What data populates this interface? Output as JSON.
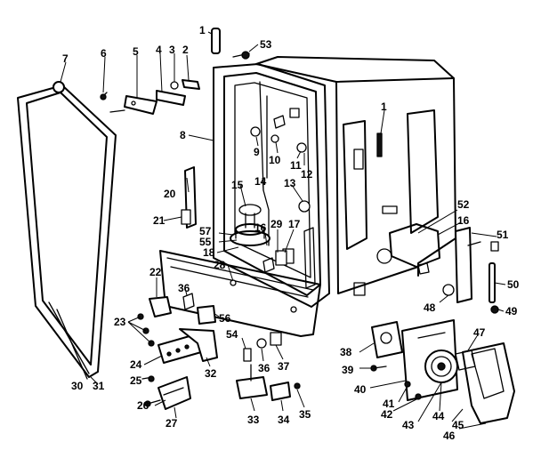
{
  "callouts": [
    {
      "id": "c1a",
      "text": "1"
    },
    {
      "id": "c53",
      "text": "53"
    },
    {
      "id": "c2",
      "text": "2"
    },
    {
      "id": "c3",
      "text": "3"
    },
    {
      "id": "c4",
      "text": "4"
    },
    {
      "id": "c5",
      "text": "5"
    },
    {
      "id": "c6",
      "text": "6"
    },
    {
      "id": "c7",
      "text": "7"
    },
    {
      "id": "c8",
      "text": "8"
    },
    {
      "id": "c9",
      "text": "9"
    },
    {
      "id": "c10",
      "text": "10"
    },
    {
      "id": "c11",
      "text": "11"
    },
    {
      "id": "c12",
      "text": "12"
    },
    {
      "id": "c1b",
      "text": "1"
    },
    {
      "id": "c13",
      "text": "13"
    },
    {
      "id": "c14",
      "text": "14"
    },
    {
      "id": "c15",
      "text": "15"
    },
    {
      "id": "c16a",
      "text": "16"
    },
    {
      "id": "c16b",
      "text": "16"
    },
    {
      "id": "c17",
      "text": "17"
    },
    {
      "id": "c18",
      "text": "18"
    },
    {
      "id": "c20",
      "text": "20"
    },
    {
      "id": "c21",
      "text": "21"
    },
    {
      "id": "c22",
      "text": "22"
    },
    {
      "id": "c23",
      "text": "23"
    },
    {
      "id": "c24",
      "text": "24"
    },
    {
      "id": "c25",
      "text": "25"
    },
    {
      "id": "c26",
      "text": "26"
    },
    {
      "id": "c27",
      "text": "27"
    },
    {
      "id": "c28",
      "text": "28"
    },
    {
      "id": "c29",
      "text": "29"
    },
    {
      "id": "c30",
      "text": "30"
    },
    {
      "id": "c31",
      "text": "31"
    },
    {
      "id": "c32",
      "text": "32"
    },
    {
      "id": "c33",
      "text": "33"
    },
    {
      "id": "c34",
      "text": "34"
    },
    {
      "id": "c35",
      "text": "35"
    },
    {
      "id": "c36a",
      "text": "36"
    },
    {
      "id": "c36b",
      "text": "36"
    },
    {
      "id": "c37",
      "text": "37"
    },
    {
      "id": "c38",
      "text": "38"
    },
    {
      "id": "c39",
      "text": "39"
    },
    {
      "id": "c40",
      "text": "40"
    },
    {
      "id": "c41",
      "text": "41"
    },
    {
      "id": "c42",
      "text": "42"
    },
    {
      "id": "c43",
      "text": "43"
    },
    {
      "id": "c44",
      "text": "44"
    },
    {
      "id": "c45",
      "text": "45"
    },
    {
      "id": "c46",
      "text": "46"
    },
    {
      "id": "c47",
      "text": "47"
    },
    {
      "id": "c48",
      "text": "48"
    },
    {
      "id": "c49",
      "text": "49"
    },
    {
      "id": "c50",
      "text": "50"
    },
    {
      "id": "c51",
      "text": "51"
    },
    {
      "id": "c52",
      "text": "52"
    },
    {
      "id": "c54",
      "text": "54"
    },
    {
      "id": "c55",
      "text": "55"
    },
    {
      "id": "c56",
      "text": "56"
    },
    {
      "id": "c57",
      "text": "57"
    }
  ]
}
